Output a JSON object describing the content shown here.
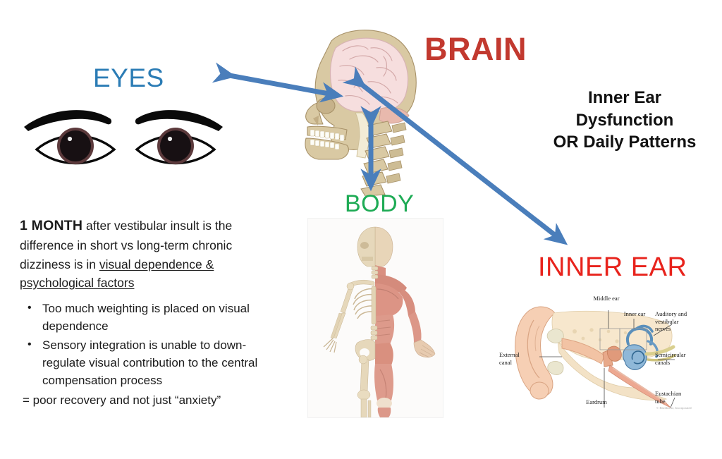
{
  "labels": {
    "eyes": "EYES",
    "brain": "BRAIN",
    "body": "BODY",
    "inner_ear": "INNER EAR"
  },
  "right_block": {
    "line1": "Inner Ear",
    "line2": "Dysfunction",
    "line3": "OR Daily Patterns"
  },
  "paragraph": {
    "lead": "1 MONTH",
    "rest_1": " after vestibular insult is the difference in short vs long-term chronic dizziness is in ",
    "emphasis": "visual dependence & psychological factors"
  },
  "bullets": [
    "Too much weighting is placed on visual dependence",
    "Sensory integration is unable to down-regulate visual contribution to the central compensation process"
  ],
  "conclusion": "= poor recovery and not just “anxiety”",
  "ear_diagram": {
    "middle_ear": "Middle ear",
    "inner_ear": "Inner ear",
    "auditory_nerves": "Auditory and\nvestibular\nnerves",
    "external_canal": "External\ncanal",
    "semicircular_canals": "Semicircular\ncanals",
    "eardrum": "Eardrum",
    "eustachian_tube": "Eustachian\ntube",
    "copyright": "© Healthwise, Incorporated"
  },
  "colors": {
    "eyes": "#2b7cb5",
    "brain": "#c2392f",
    "body": "#1eab55",
    "inner_ear": "#e8231c",
    "arrow": "#4a7ebb",
    "skull_bone": "#d9c9a3",
    "brain_tissue": "#f6dede"
  }
}
